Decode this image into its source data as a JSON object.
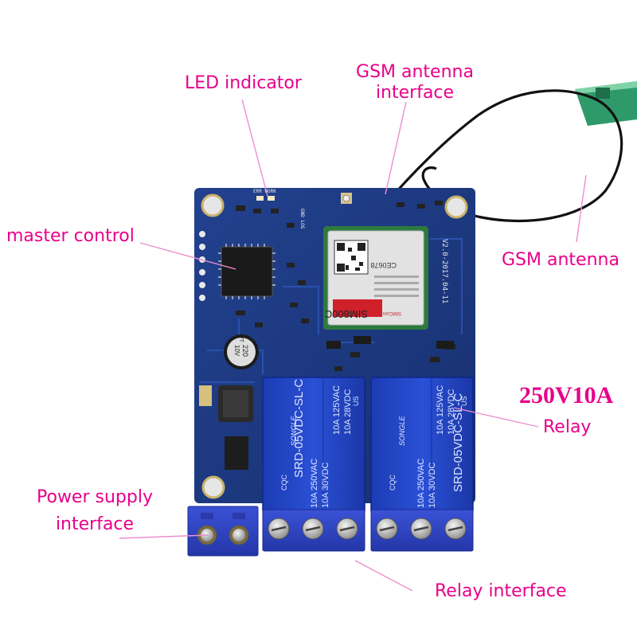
{
  "labels": {
    "led_indicator": "LED indicator",
    "gsm_interface_line1": "GSM antenna",
    "gsm_interface_line2": "interface",
    "master_control": "master control",
    "gsm_antenna": "GSM antenna",
    "relay_rating": "250V10A",
    "relay": "Relay",
    "power_line1": "Power supply",
    "power_line2": "interface",
    "relay_interface": "Relay interface"
  },
  "board": {
    "version": "V2.0-2017.04-11",
    "led_marks": "ERR WORK",
    "gnd_mark": "GND LOG",
    "module_name": "SIM800C",
    "module_brand": "SIMCom",
    "module_ce": "CE0678",
    "capacitor_value": "220",
    "capacitor_voltage": "10V",
    "capacitor_mark": "VT"
  },
  "relays": [
    {
      "brand": "SONGLE",
      "model": "SRD-05VDC-SL-C",
      "rating_ac1": "10A 250VAC",
      "rating_ac2": "10A 125VAC",
      "rating_dc1": "10A 30VDC",
      "rating_dc2": "10A 28VDC",
      "cert": "CQC",
      "ul": "US"
    },
    {
      "brand": "SONGLE",
      "model": "SRD-05VDC-SL-C",
      "rating_ac1": "10A 250VAC",
      "rating_ac2": "10A 125VAC",
      "rating_dc1": "10A 30VDC",
      "rating_dc2": "10A 28VDC",
      "cert": "CQC",
      "ul": "US"
    }
  ],
  "colors": {
    "label": "#e8008a",
    "pcb": "#1c3a8c",
    "relay": "#2046c8",
    "terminal": "#2f45c4",
    "antenna_pcb": "#2e9a6a"
  }
}
